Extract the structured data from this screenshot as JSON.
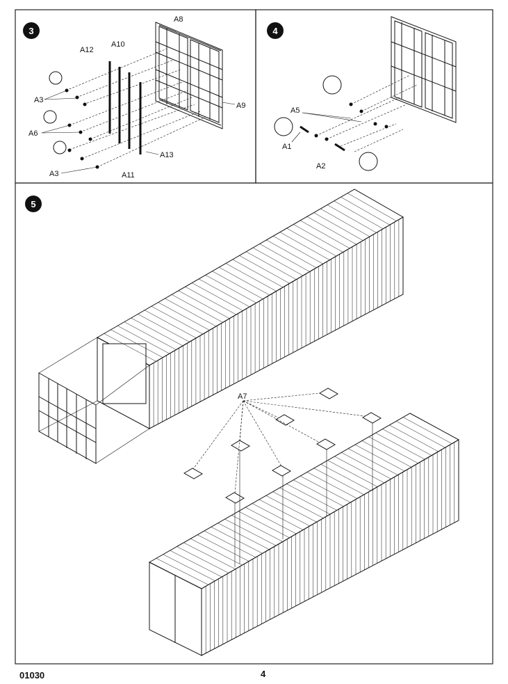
{
  "steps": {
    "s3": {
      "number": "3",
      "labels": {
        "a12": "A12",
        "a10": "A10",
        "a8": "A8",
        "a3": "A3",
        "a6": "A6",
        "a9": "A9",
        "a13": "A13",
        "a3b": "A3",
        "a11": "A11"
      }
    },
    "s4": {
      "number": "4",
      "labels": {
        "a5": "A5",
        "a1": "A1",
        "a2": "A2"
      }
    },
    "s5": {
      "number": "5",
      "labels": {
        "a7": "A7"
      }
    }
  },
  "footer": {
    "code": "01030",
    "page": "4"
  },
  "colors": {
    "line": "#111111",
    "panel_border": "#222222"
  }
}
